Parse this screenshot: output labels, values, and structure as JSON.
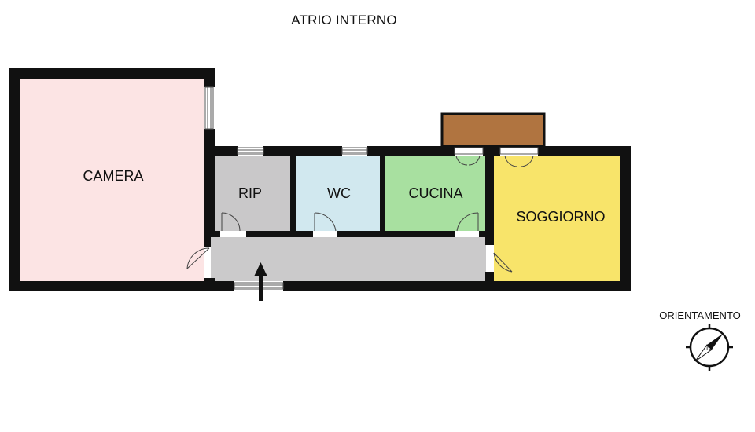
{
  "header": {
    "title": "ATRIO INTERNO"
  },
  "rooms": {
    "camera": {
      "label": "CAMERA",
      "color": "#fce4e4"
    },
    "rip": {
      "label": "RIP",
      "color": "#c9c8c9"
    },
    "wc": {
      "label": "WC",
      "color": "#d1e8ef"
    },
    "cucina": {
      "label": "CUCINA",
      "color": "#a8e0a0"
    },
    "soggiorno": {
      "label": "SOGGIORNO",
      "color": "#f8e46a"
    },
    "corridoio": {
      "color": "#cbcacb"
    },
    "balcone": {
      "color": "#b07440"
    }
  },
  "colors": {
    "wall": "#111111"
  },
  "icons": {
    "entrance": "arrow-up-icon",
    "compass": "compass-icon",
    "window": "window-icon",
    "door": "door-swing-icon"
  },
  "compass": {
    "label": "ORIENTAMENTO"
  }
}
